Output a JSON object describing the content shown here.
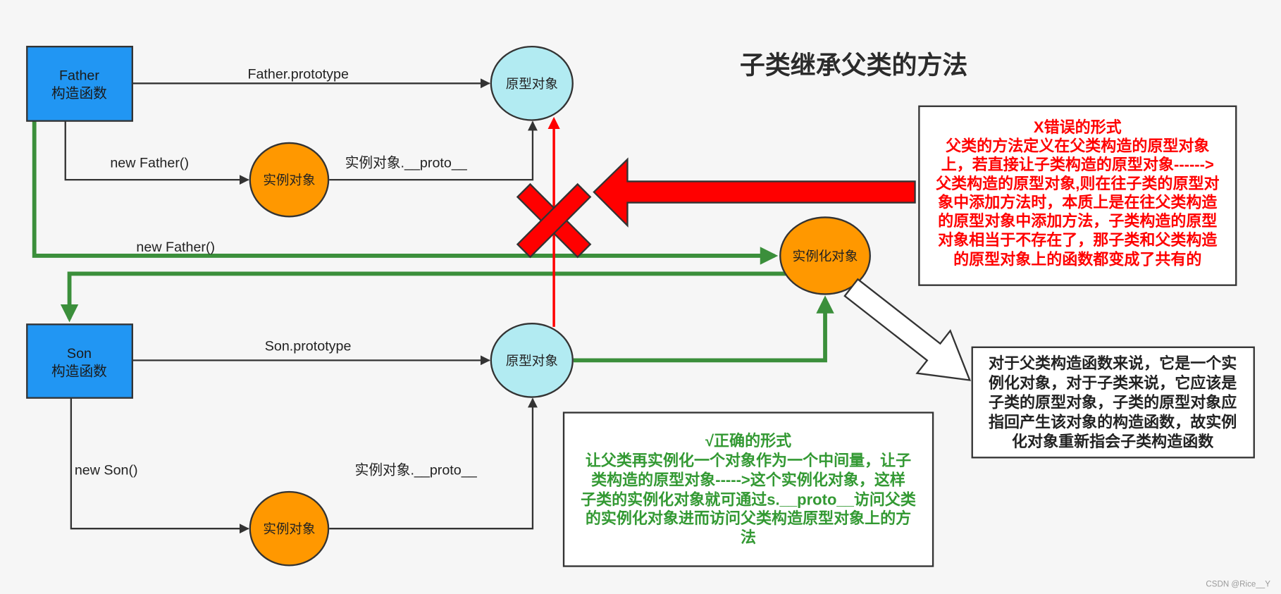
{
  "title": "子类继承父类的方法",
  "constructors": {
    "father": {
      "name": "Father",
      "subtitle": "构造函数"
    },
    "son": {
      "name": "Son",
      "subtitle": "构造函数"
    }
  },
  "nodes": {
    "father_prototype": "原型对象",
    "father_instance": "实例对象",
    "intermediate_instance": "实例化对象",
    "son_prototype": "原型对象",
    "son_instance": "实例对象"
  },
  "edge_labels": {
    "father_prototype": "Father.prototype",
    "new_father": "new Father()",
    "father_proto": "实例对象.__proto__",
    "new_father_intermediate": "new Father()",
    "son_prototype": "Son.prototype",
    "new_son": "new Son()",
    "son_proto": "实例对象.__proto__"
  },
  "wrong_box": {
    "heading": "X错误的形式",
    "lines": [
      "父类的方法定义在父类构造的原型对象",
      "上，若直接让子类构造的原型对象------>",
      "父类构造的原型对象,则在往子类的原型对",
      "象中添加方法时，本质上是在往父类构造",
      "的原型对象中添加方法，子类构造的原型",
      "对象相当于不存在了，那子类和父类构造",
      "的原型对象上的函数都变成了共有的"
    ]
  },
  "note_box": {
    "lines": [
      "对于父类构造函数来说，它是一个实",
      "例化对象，对于子类来说，它应该是",
      "子类的原型对象，子类的原型对象应",
      "指回产生该对象的构造函数，故实例",
      "化对象重新指会子类构造函数"
    ]
  },
  "right_box": {
    "heading": "√正确的形式",
    "lines": [
      "让父类再实例化一个对象作为一个中间量，让子",
      "类构造的原型对象----->这个实例化对象，这样",
      "子类的实例化对象就可通过s.__proto__访问父类",
      "的实例化对象进而访问父类构造原型对象上的方",
      "法"
    ]
  },
  "watermark": "CSDN @Rice__Y",
  "colors": {
    "background": "#f6f6f6",
    "constructor_fill": "#2196f3",
    "prototype_fill": "#b2ebf2",
    "instance_fill": "#ff9800",
    "correct_path": "#3b8f3b",
    "wrong_marker": "#ff0000",
    "correct_text": "#339933"
  }
}
